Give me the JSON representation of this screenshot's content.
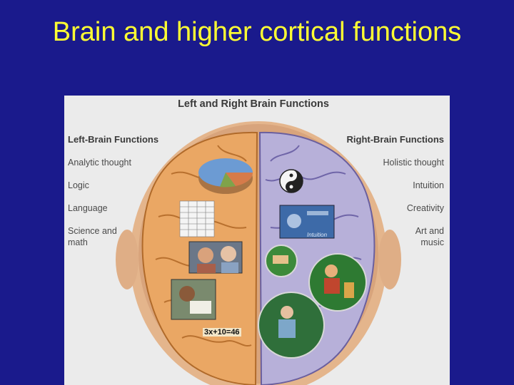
{
  "slide": {
    "title": "Brain and higher cortical functions"
  },
  "panel": {
    "title": "Left and Right Brain Functions",
    "left_header": "Left-Brain Functions",
    "right_header": "Right-Brain Functions",
    "left_items": [
      "Analytic thought",
      "Logic",
      "Language",
      "Science and math"
    ],
    "right_items": [
      "Holistic thought",
      "Intuition",
      "Creativity",
      "Art and music"
    ],
    "equation": "3x+10=46",
    "intuition_caption": "Intuition"
  },
  "colors": {
    "background": "#1a1a8c",
    "title": "#ffff33",
    "left_hemisphere": "#e8a867",
    "right_hemisphere": "#b9b2d8"
  }
}
